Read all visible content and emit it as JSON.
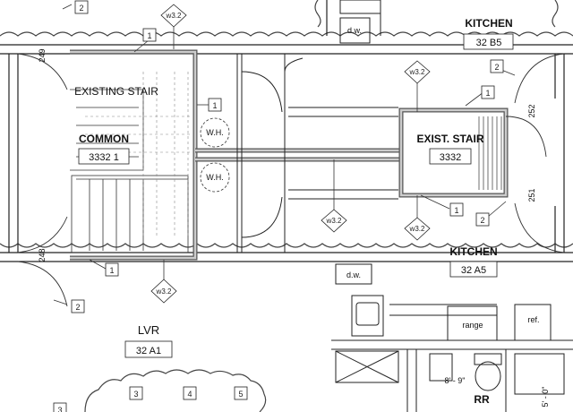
{
  "rooms": {
    "kitchen_top": {
      "name": "KITCHEN",
      "number": "32 B5"
    },
    "kitchen_mid": {
      "name": "KITCHEN",
      "number": "32 A5"
    },
    "common": {
      "name": "COMMON",
      "number": "3332 1"
    },
    "existing_stair": {
      "name": "EXISTING STAIR"
    },
    "exist_stair": {
      "name": "EXIST. STAIR",
      "number": "3332"
    },
    "lvr": {
      "name": "LVR",
      "number": "32 A1"
    },
    "rr": {
      "name": "RR"
    }
  },
  "fixtures": {
    "dw_top": "d.w.",
    "dw_mid": "d.w.",
    "range": "range",
    "ref": "ref.",
    "wh_upper": "W.H.",
    "wh_lower": "W.H."
  },
  "tags": {
    "diamond_top": "w3.2",
    "diamond_right": "w3.2",
    "diamond_center": "w3.2",
    "diamond_right_lower": "w3.2",
    "diamond_bottom": "w3.2",
    "box_1_top": "1",
    "box_1_left_stair": "1",
    "box_1_right_stair_top": "1",
    "box_1_right_stair_bottom": "1",
    "box_1_common_bottom": "1",
    "box_2_top_left": "2",
    "box_2_kitchen": "2",
    "box_2_right_lower": "2",
    "box_2_left_lower": "2",
    "box_3": "3",
    "box_4": "4",
    "box_5": "5",
    "box_3_partial": "3"
  },
  "dimensions": {
    "d249": "249",
    "d248": "248",
    "d252": "252",
    "d251": "251",
    "d8_9": "8' - 9\"",
    "d5_0": "5' - 0\""
  },
  "colors": {
    "line": "#222222",
    "wall_fill": "#d0d0d0",
    "cloud": "#444444"
  }
}
